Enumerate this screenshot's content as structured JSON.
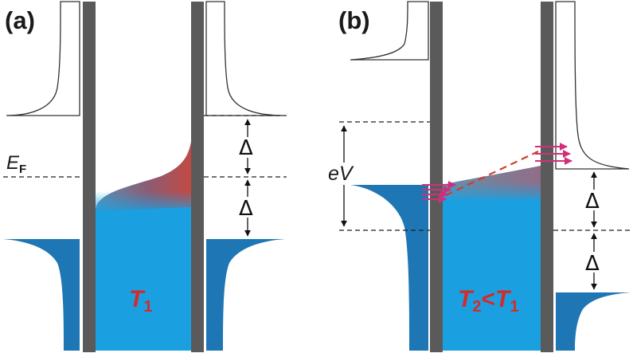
{
  "panels": {
    "a": {
      "label": "(a)",
      "fermi_symbol": "E",
      "fermi_subscript": "F",
      "gap_label_upper": "Δ",
      "gap_label_lower": "Δ",
      "temp_symbol": "T",
      "temp_subscript": "1"
    },
    "b": {
      "label": "(b)",
      "bias_label": "eV",
      "gap_label_upper": "Δ",
      "gap_label_lower": "Δ",
      "temp_symbol_left": "T",
      "temp_subscript_left": "2",
      "temp_relation": "<",
      "temp_symbol_right": "T",
      "temp_subscript_right": "1"
    }
  },
  "colors": {
    "superconductor_dark": "#1e76b4",
    "normal_metal": "#1aa0e0",
    "barrier": "#5a5a5a",
    "hot_electrons": "#d63a2a",
    "arrows": "#d0307a",
    "dashed_line": "#222222"
  }
}
